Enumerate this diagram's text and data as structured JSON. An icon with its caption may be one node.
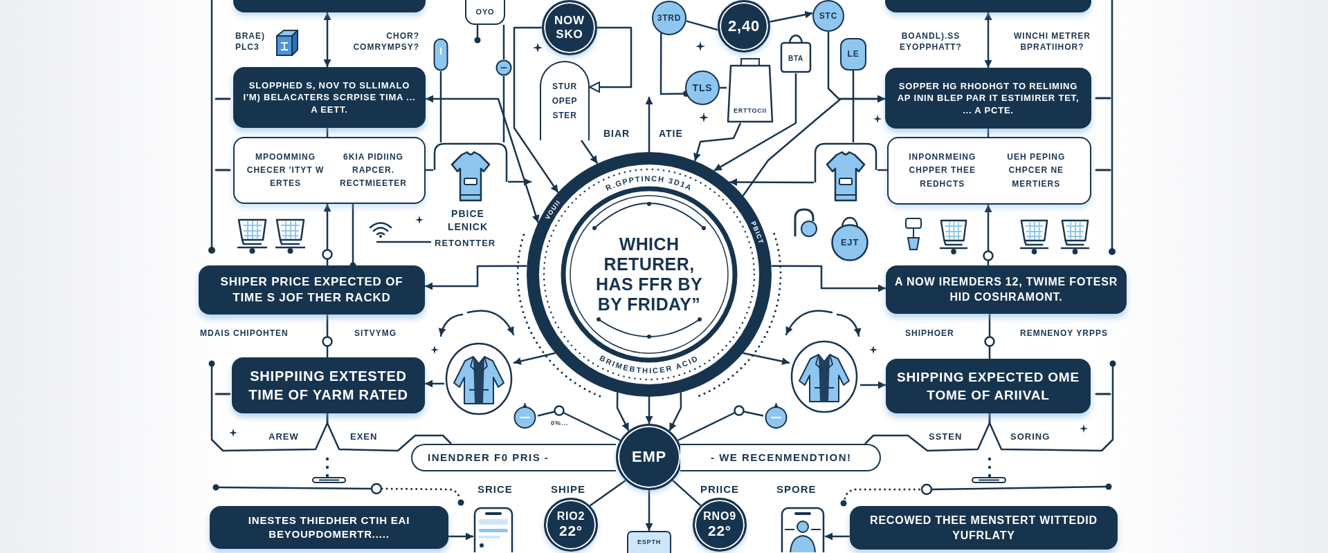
{
  "diagram": {
    "nodes": [
      {
        "text": [],
        "shape": "box"
      },
      {
        "text": [
          "OYO"
        ]
      },
      {
        "text": [
          "NOW SKO"
        ]
      },
      {
        "text": [
          "3TRD"
        ]
      },
      {
        "text": [
          "2,40"
        ]
      },
      {
        "text": [
          "STC"
        ]
      },
      {
        "text": [],
        "shape": "box"
      },
      {
        "text": [
          "BTA"
        ]
      },
      {
        "text": [],
        "shape": "capsule"
      },
      {
        "text": [
          "LE"
        ]
      },
      {
        "text": [],
        "shape": "circle"
      },
      {
        "text": [
          "STUR OPEP STER"
        ]
      },
      {
        "text": [
          "TLS"
        ]
      },
      {
        "text": [
          "ERTTOCII"
        ]
      },
      {
        "text": [
          "SLOPPHED S, NOV TO SLLIMALO I'M) BELACATERS SCRPISE TIMA ... A EETT."
        ]
      },
      {
        "text": [
          "SOPPER HG RHODHGT TO RELIMING AP ININ BLEP PAR IT ESTIMIRER TET, ... A PCTE."
        ]
      },
      {
        "text": [
          "MPOOMMING CHECER 'ITYT W ERTES",
          "6KIA PIDIING RAPCER. RECTMIEETER"
        ]
      },
      {
        "text": [],
        "shape": "picture"
      },
      {
        "text": [],
        "shape": "picture"
      },
      {
        "text": [
          "INPONRMEING CHPPER THEE REDHCTS",
          "UEH PEPING CHPCER NE MERTIERS"
        ]
      },
      {
        "text": [
          "EJT"
        ]
      },
      {
        "text": [
          "R.GPPTINCH 3D1A",
          "VOUII",
          "PBICT",
          "WHICH RETURER, HAS FFR BY BY FRIDAY”",
          "BRIMEBTHICER ACID"
        ]
      },
      {
        "text": [
          "SHIPER PRICE EXPECTED OF TIME S JOF THER RACKD"
        ]
      },
      {
        "text": [
          "A NOW IREMDERS 12, TWIME FOTESR HID COSHRAMONT."
        ]
      },
      {
        "text": [],
        "shape": "picture"
      },
      {
        "text": [],
        "shape": "picture"
      },
      {
        "text": [
          "SHIPPIING EXTESTED TIME OF YARM RATED"
        ]
      },
      {
        "text": [
          "SHIPPING EXPECTED OME TOME OF ARIIVAL"
        ]
      },
      {
        "text": [],
        "shape": "circle"
      },
      {
        "text": [],
        "shape": "circle"
      },
      {
        "text": [
          "INENDRER F0 PRIS -"
        ]
      },
      {
        "text": [
          "EMP"
        ]
      },
      {
        "text": [
          "- WE RECENMENDTION!"
        ]
      },
      {
        "text": [
          "INESTES THIEDHER CTIH EAI BEYOUPDOMERTR....."
        ]
      },
      {
        "text": [],
        "shape": "picture"
      },
      {
        "text": [
          "RIO2",
          "22°"
        ]
      },
      {
        "text": [
          "ESPTH"
        ]
      },
      {
        "text": [
          "RNO9",
          "22°"
        ]
      },
      {
        "text": [],
        "shape": "picture"
      },
      {
        "text": [
          "RECOWED THEE MENSTERT WITTEDID YUFRLATY"
        ]
      }
    ],
    "edges": [
      {
        "from": 0,
        "to": 14,
        "arrow": "both"
      },
      {
        "from": 14,
        "to": 16,
        "arrow": "none"
      },
      {
        "from": 22,
        "to": 16,
        "arrow": "to"
      },
      {
        "from": 6,
        "to": 15,
        "arrow": "both"
      },
      {
        "from": 15,
        "to": 19,
        "arrow": "none"
      },
      {
        "from": 23,
        "to": 19,
        "arrow": "to"
      },
      {
        "from": 14,
        "to": 21,
        "arrow": "both"
      },
      {
        "from": 16,
        "to": 17,
        "arrow": "none"
      },
      {
        "from": 17,
        "to": null,
        "arrow": "to"
      },
      {
        "from": 21,
        "to": 15,
        "arrow": "to"
      },
      {
        "from": 5,
        "to": 15,
        "arrow": "to"
      },
      {
        "from": 19,
        "to": 18,
        "arrow": "none"
      },
      {
        "from": 18,
        "to": 21,
        "arrow": "to"
      },
      {
        "from": 2,
        "to": 21,
        "arrow": "to"
      },
      {
        "from": 2,
        "to": 11,
        "arrow": "to"
      },
      {
        "from": 11,
        "to": 21,
        "arrow": "to"
      },
      {
        "from": 21,
        "to": null,
        "arrow": "to"
      },
      {
        "from": 12,
        "to": 13,
        "arrow": "none"
      },
      {
        "from": 13,
        "to": 21,
        "arrow": "to"
      },
      {
        "from": 7,
        "to": 21,
        "arrow": "to"
      },
      {
        "from": 3,
        "to": 4,
        "arrow": "none"
      },
      {
        "from": 4,
        "to": 5,
        "arrow": "to"
      },
      {
        "from": 3,
        "to": 12,
        "arrow": "other"
      },
      {
        "from": 1,
        "to": null,
        "arrow": "other"
      },
      {
        "from": 1,
        "to": 10,
        "arrow": "none"
      },
      {
        "from": 10,
        "to": 17,
        "arrow": "none"
      },
      {
        "from": 8,
        "to": 17,
        "arrow": "none"
      },
      {
        "from": 9,
        "to": 18,
        "arrow": "none"
      },
      {
        "from": 21,
        "to": 22,
        "arrow": "to"
      },
      {
        "from": 22,
        "to": 26,
        "arrow": "none"
      },
      {
        "from": 21,
        "to": 24,
        "arrow": "to"
      },
      {
        "from": 24,
        "to": 26,
        "arrow": "to"
      },
      {
        "from": 26,
        "to": 30,
        "arrow": "none"
      },
      {
        "from": 26,
        "to": null,
        "arrow": "other"
      },
      {
        "from": 21,
        "to": 23,
        "arrow": "to"
      },
      {
        "from": 23,
        "to": 27,
        "arrow": "none"
      },
      {
        "from": 21,
        "to": 25,
        "arrow": "to"
      },
      {
        "from": 25,
        "to": 27,
        "arrow": "to"
      },
      {
        "from": 27,
        "to": 32,
        "arrow": "none"
      },
      {
        "from": 27,
        "to": null,
        "arrow": "other"
      },
      {
        "from": 21,
        "to": 31,
        "arrow": "to"
      },
      {
        "from": 21,
        "to": 31,
        "arrow": "to"
      },
      {
        "from": 21,
        "to": 31,
        "arrow": "to"
      },
      {
        "from": 31,
        "to": 28,
        "arrow": "none"
      },
      {
        "from": 31,
        "to": 29,
        "arrow": "none"
      },
      {
        "from": 31,
        "to": 35,
        "arrow": "none"
      },
      {
        "from": 31,
        "to": 36,
        "arrow": "to"
      },
      {
        "from": 31,
        "to": 37,
        "arrow": "none"
      },
      {
        "from": 33,
        "to": 34,
        "arrow": "to"
      },
      {
        "from": 39,
        "to": 38,
        "arrow": "to"
      },
      {
        "from": 16,
        "to": 22,
        "arrow": "other"
      }
    ],
    "labels": [
      "BRAE) PLC3",
      "CHOR? COMRYMPSY?",
      "BOANDL).SS EYOPPHATT?",
      "WINCHI METRER BPRATIIHOR?",
      "BIAR",
      "ATIE",
      "PBICE LENICK",
      "RETONTTER",
      "MDAIS CHIPOHTEN",
      "SITVYMG",
      "SHIPHOER",
      "REMNENOY YRPPS",
      "0%...",
      "AREW",
      "EXEN",
      "SSTEN",
      "SORING",
      "SRICE",
      "SHIPE",
      "PRIICE",
      "SPORE"
    ]
  }
}
